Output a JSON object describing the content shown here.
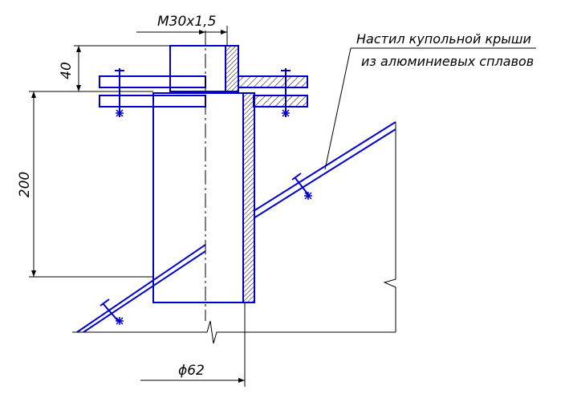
{
  "dimensions": {
    "thread": "M30x1,5",
    "height_small": "40",
    "height_large": "200",
    "diameter": "ϕ62"
  },
  "note": {
    "line1": "Настил купольной крыши",
    "line2": "из алюминиевых сплавов"
  },
  "colors": {
    "part": "#0000cc",
    "dimension": "#000000",
    "background": "#ffffff"
  }
}
